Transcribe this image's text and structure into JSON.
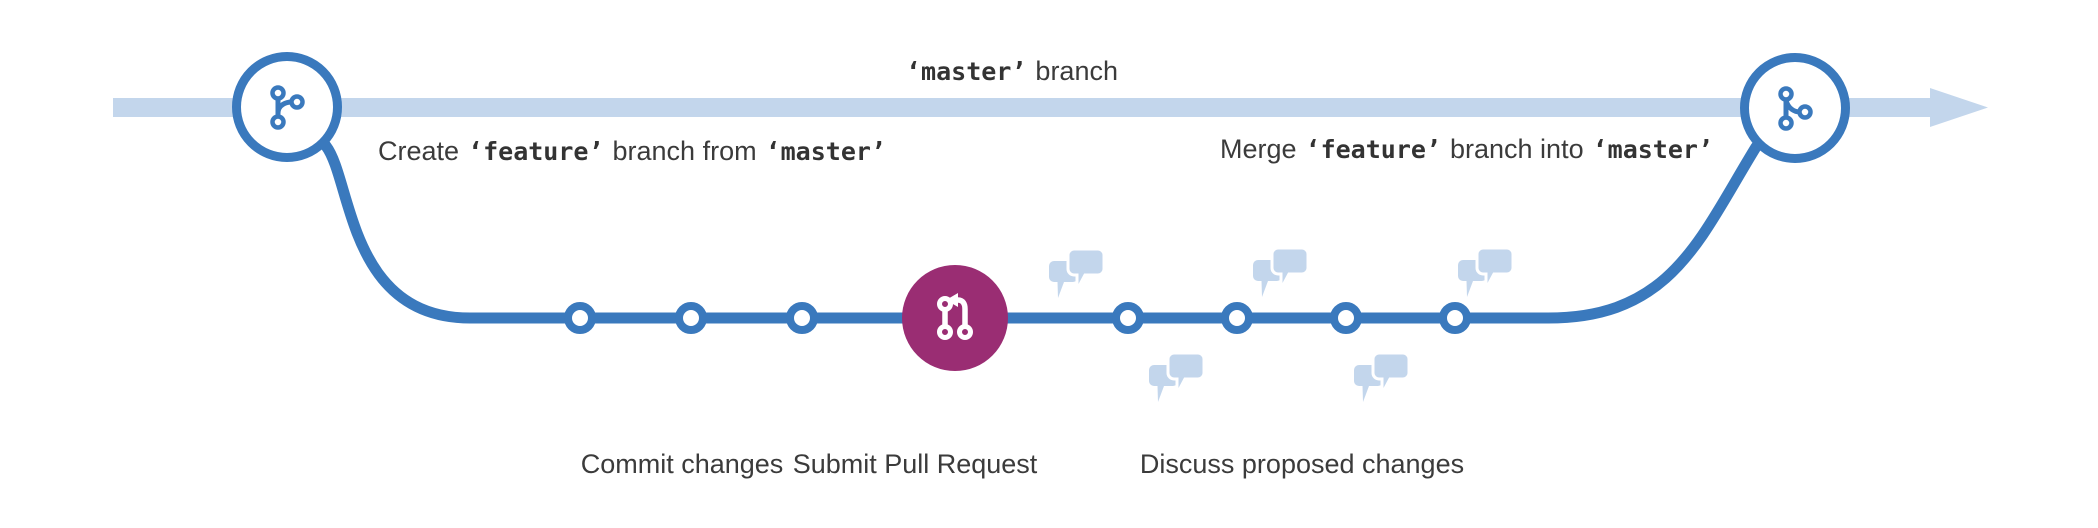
{
  "title": "GitHub Flow branching diagram",
  "colors": {
    "accent_blue": "#3a79bd",
    "light_blue": "#c3d6ec",
    "purple": "#9a2d73",
    "text": "#3b3b3b"
  },
  "master_label": {
    "code": "‘master’",
    "text": "branch"
  },
  "create_label": {
    "pre": "Create",
    "code1": "‘feature’",
    "mid": "branch from",
    "code2": "‘master’"
  },
  "merge_label": {
    "pre": "Merge",
    "code1": "‘feature’",
    "mid": "branch into",
    "code2": "‘master’"
  },
  "step_labels": {
    "commit": "Commit changes",
    "submit": "Submit Pull Request",
    "discuss": "Discuss proposed changes"
  },
  "nodes": {
    "branch_point_icon": "git-branch-icon",
    "merge_point_icon": "git-merge-icon",
    "pull_request_icon": "git-pull-request-icon",
    "discussion_icon": "chat-bubbles-icon"
  },
  "commit_counts": {
    "before_pull_request": 3,
    "after_pull_request": 4
  },
  "discussion_bubbles": {
    "above_line": 3,
    "below_line": 2
  }
}
